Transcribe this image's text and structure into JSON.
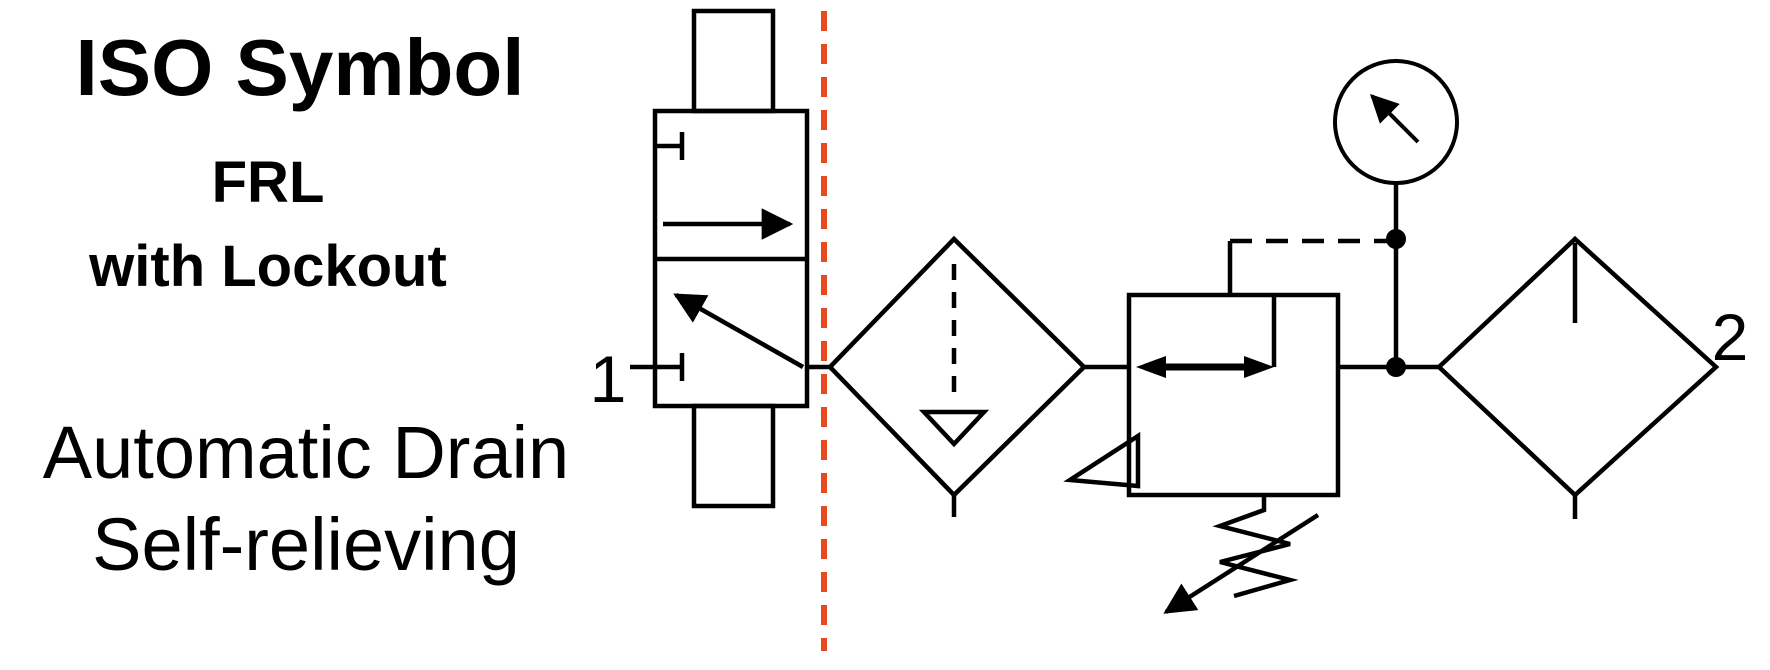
{
  "heading": {
    "title": "ISO Symbol",
    "product_line1": "FRL",
    "product_line2": "with Lockout",
    "feature_line1": "Automatic Drain",
    "feature_line2": "Self-relieving"
  },
  "port_labels": {
    "inlet": "1",
    "outlet": "2"
  },
  "colors": {
    "stroke": "#000000",
    "divider_dash": "#e8491e",
    "background": "#ffffff"
  },
  "icons": [
    "lockout-valve-symbol",
    "filter-auto-drain-symbol",
    "regulator-self-relieving-symbol",
    "pressure-gauge-symbol",
    "lubricator-symbol",
    "divider-dashed-line"
  ]
}
